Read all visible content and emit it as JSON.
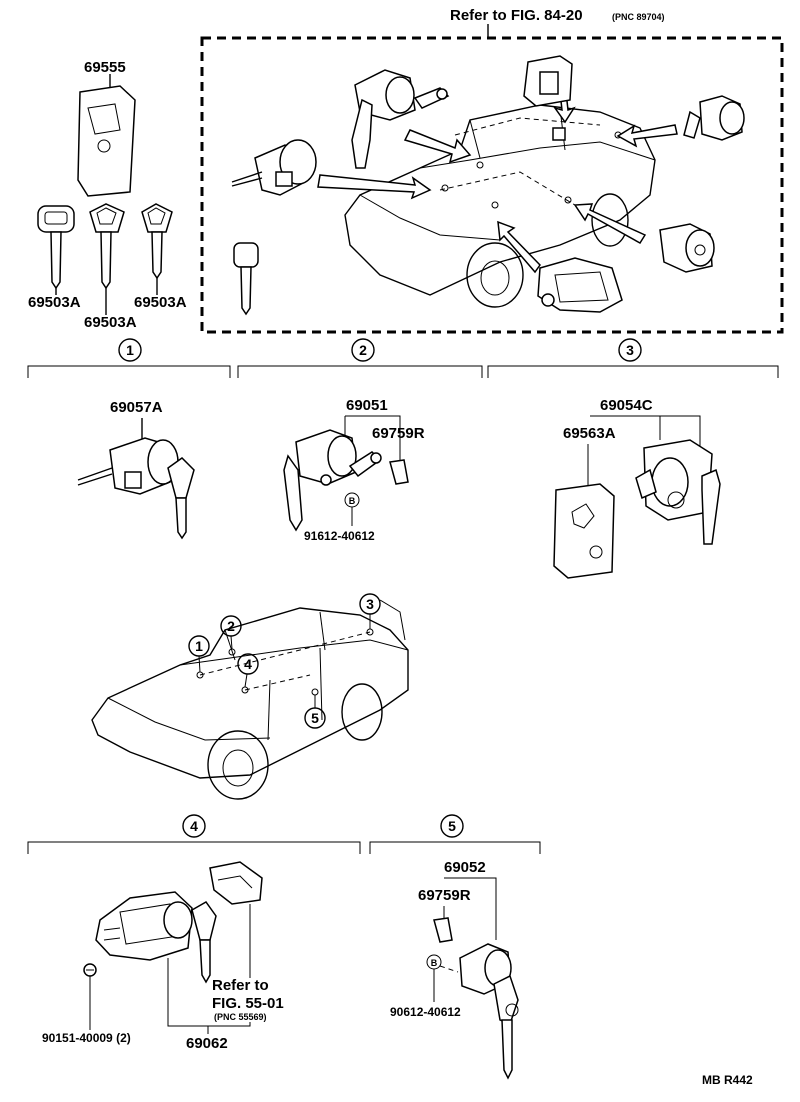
{
  "figure": {
    "top_reference": "Refer to FIG. 84-20",
    "top_reference_pnc": "(PNC 89704)",
    "footer_code": "MB  R442"
  },
  "sections": [
    {
      "number": "1"
    },
    {
      "number": "2"
    },
    {
      "number": "3"
    },
    {
      "number": "4"
    },
    {
      "number": "5"
    }
  ],
  "parts": {
    "key_plate": "69555",
    "key_left": "69503A",
    "key_middle": "69503A",
    "key_right": "69503A",
    "ignition_cylinder": "69057A",
    "door_lock_set": "69051",
    "door_clip_2": "69759R",
    "door_screw_2": "91612-40612",
    "luggage_lock_set": "69054C",
    "luggage_cover": "69563A",
    "glove_screw": "90151-40009 (2)",
    "glove_lock": "69062",
    "glove_ref": "Refer to",
    "glove_ref_fig": "FIG. 55-01",
    "glove_ref_pnc": "(PNC 55569)",
    "rear_lock_set": "69052",
    "rear_clip": "69759R",
    "rear_screw": "90612-40612"
  },
  "markers": {
    "b_symbol": "B"
  }
}
